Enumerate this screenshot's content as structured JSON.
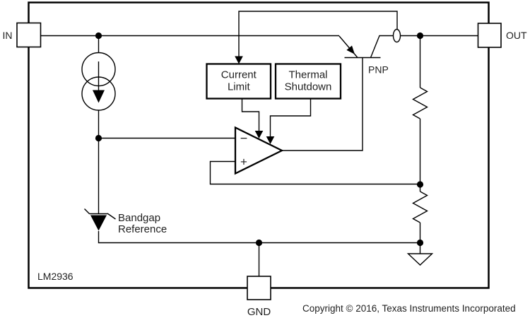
{
  "window": {
    "background": "#ffffff",
    "line_color": "#000000",
    "text_color": "#1f1f1f"
  },
  "diagram": {
    "part_number": "LM2936",
    "copyright": "Copyright © 2016, Texas Instruments Incorporated",
    "pins": {
      "in": "IN",
      "out": "OUT",
      "gnd": "GND"
    },
    "blocks": {
      "current_limit": {
        "line1": "Current",
        "line2": "Limit"
      },
      "thermal_shutdown": {
        "line1": "Thermal",
        "line2": "Shutdown"
      }
    },
    "labels": {
      "pass_transistor": "PNP",
      "bandgap_line1": "Bandgap",
      "bandgap_line2": "Reference",
      "opamp_inverting": "−",
      "opamp_noninverting": "+"
    }
  }
}
